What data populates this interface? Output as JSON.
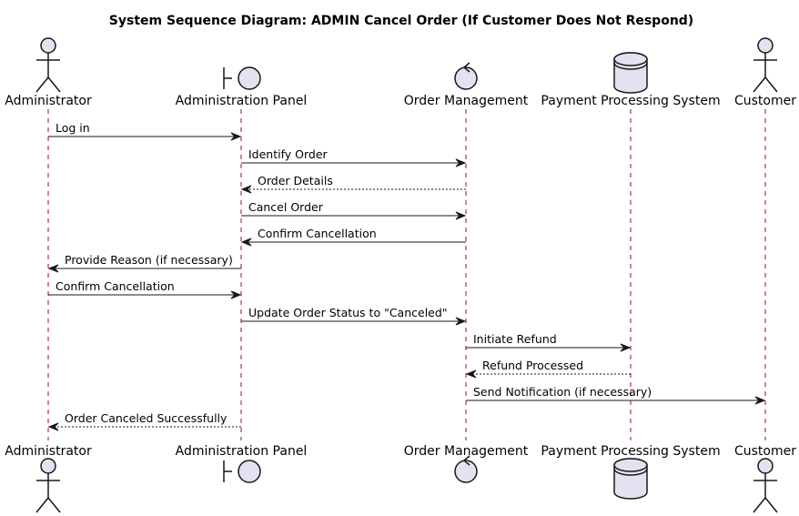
{
  "title": "System Sequence Diagram: ADMIN Cancel Order (If Customer Does Not Respond)",
  "participants": [
    {
      "id": "admin",
      "label": "Administrator",
      "kind": "actor"
    },
    {
      "id": "panel",
      "label": "Administration Panel",
      "kind": "boundary"
    },
    {
      "id": "orders",
      "label": "Order Management",
      "kind": "control"
    },
    {
      "id": "payments",
      "label": "Payment Processing System",
      "kind": "database"
    },
    {
      "id": "customer",
      "label": "Customer",
      "kind": "actor"
    }
  ],
  "messages": [
    {
      "from": "admin",
      "to": "panel",
      "label": "Log in",
      "style": "sync"
    },
    {
      "from": "panel",
      "to": "orders",
      "label": "Identify Order",
      "style": "sync"
    },
    {
      "from": "orders",
      "to": "panel",
      "label": "Order Details",
      "style": "reply"
    },
    {
      "from": "panel",
      "to": "orders",
      "label": "Cancel Order",
      "style": "sync"
    },
    {
      "from": "orders",
      "to": "panel",
      "label": "Confirm Cancellation",
      "style": "sync"
    },
    {
      "from": "panel",
      "to": "admin",
      "label": "Provide Reason (if necessary)",
      "style": "sync"
    },
    {
      "from": "admin",
      "to": "panel",
      "label": "Confirm Cancellation",
      "style": "sync"
    },
    {
      "from": "panel",
      "to": "orders",
      "label": "Update Order Status to \"Canceled\"",
      "style": "sync"
    },
    {
      "from": "orders",
      "to": "payments",
      "label": "Initiate Refund",
      "style": "sync"
    },
    {
      "from": "payments",
      "to": "orders",
      "label": "Refund Processed",
      "style": "reply"
    },
    {
      "from": "orders",
      "to": "customer",
      "label": "Send Notification (if necessary)",
      "style": "sync"
    },
    {
      "from": "panel",
      "to": "admin",
      "label": "Order Canceled Successfully",
      "style": "reply"
    }
  ]
}
